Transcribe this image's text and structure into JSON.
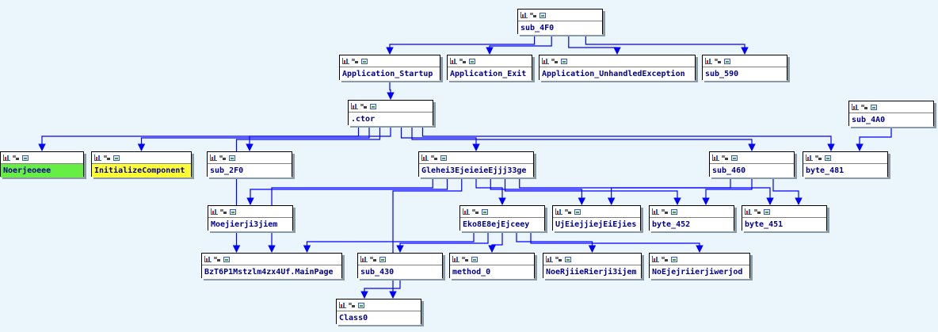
{
  "colors": {
    "background": "#eaf6fb",
    "edge": "#0000ff",
    "node_default": "#ffffff",
    "node_green": "#66ee44",
    "node_yellow": "#ffff33",
    "text": "#00008b"
  },
  "header_icons": [
    "bar-chart-icon",
    "flowchart-icon",
    "image-icon"
  ],
  "nodes": [
    {
      "id": "sub_4F0",
      "label": "sub_4F0",
      "color": "#ffffff"
    },
    {
      "id": "Application_Startup",
      "label": "Application_Startup",
      "color": "#ffffff"
    },
    {
      "id": "Application_Exit",
      "label": "Application_Exit",
      "color": "#ffffff"
    },
    {
      "id": "Application_UnhandledException",
      "label": "Application_UnhandledException",
      "color": "#ffffff"
    },
    {
      "id": "sub_590",
      "label": "sub_590",
      "color": "#ffffff"
    },
    {
      "id": "ctor",
      "label": ".ctor",
      "color": "#ffffff"
    },
    {
      "id": "sub_4A0",
      "label": "sub_4A0",
      "color": "#ffffff"
    },
    {
      "id": "Noerjeoeee",
      "label": "Noerjeoeee",
      "color": "#66ee44"
    },
    {
      "id": "InitializeComponent",
      "label": "InitializeComponent",
      "color": "#ffff33"
    },
    {
      "id": "sub_2F0",
      "label": "sub_2F0",
      "color": "#ffffff"
    },
    {
      "id": "Glehei3",
      "label": "Glehei3EjeieieEjjj33ge",
      "color": "#ffffff"
    },
    {
      "id": "sub_460",
      "label": "sub_460",
      "color": "#ffffff"
    },
    {
      "id": "byte_481",
      "label": "byte_481",
      "color": "#ffffff"
    },
    {
      "id": "Moejierji3jiem",
      "label": "Moejierji3jiem",
      "color": "#ffffff"
    },
    {
      "id": "Eko8E8ejEjceey",
      "label": "Eko8E8ejEjceey",
      "color": "#ffffff"
    },
    {
      "id": "UjEiejjiejEiEjies",
      "label": "UjEiejjiejEiEjies",
      "color": "#ffffff"
    },
    {
      "id": "byte_452",
      "label": "byte_452",
      "color": "#ffffff"
    },
    {
      "id": "byte_451",
      "label": "byte_451",
      "color": "#ffffff"
    },
    {
      "id": "MainPage",
      "label": "BzT6P1Mstzlm4zx4Uf.MainPage",
      "color": "#ffffff"
    },
    {
      "id": "sub_430",
      "label": "sub_430",
      "color": "#ffffff"
    },
    {
      "id": "method_0",
      "label": "method_0",
      "color": "#ffffff"
    },
    {
      "id": "NoeRjiie",
      "label": "NoeRjiieRierji3ijem",
      "color": "#ffffff"
    },
    {
      "id": "NoEjej",
      "label": "NoEjejriierjiwerjod",
      "color": "#ffffff"
    },
    {
      "id": "Class0",
      "label": "Class0",
      "color": "#ffffff"
    }
  ],
  "edges": [
    [
      "sub_4F0",
      "Application_Startup"
    ],
    [
      "sub_4F0",
      "Application_Exit"
    ],
    [
      "sub_4F0",
      "Application_UnhandledException"
    ],
    [
      "sub_4F0",
      "sub_590"
    ],
    [
      "Application_Startup",
      "ctor"
    ],
    [
      "ctor",
      "Noerjeoeee"
    ],
    [
      "ctor",
      "InitializeComponent"
    ],
    [
      "ctor",
      "sub_2F0"
    ],
    [
      "ctor",
      "Glehei3"
    ],
    [
      "ctor",
      "sub_460"
    ],
    [
      "ctor",
      "byte_481"
    ],
    [
      "ctor",
      "MainPage"
    ],
    [
      "sub_4A0",
      "byte_481"
    ],
    [
      "Glehei3",
      "Moejierji3jiem"
    ],
    [
      "Glehei3",
      "Eko8E8ejEjceey"
    ],
    [
      "Glehei3",
      "UjEiejjiejEiEjies"
    ],
    [
      "Glehei3",
      "byte_452"
    ],
    [
      "Glehei3",
      "byte_451"
    ],
    [
      "Glehei3",
      "MainPage"
    ],
    [
      "Glehei3",
      "Class0"
    ],
    [
      "sub_460",
      "UjEiejjiejEiEjies"
    ],
    [
      "sub_460",
      "byte_452"
    ],
    [
      "sub_460",
      "byte_451"
    ],
    [
      "Eko8E8ejEjceey",
      "sub_430"
    ],
    [
      "Eko8E8ejEjceey",
      "method_0"
    ],
    [
      "Eko8E8ejEjceey",
      "NoeRjiie"
    ],
    [
      "Eko8E8ejEjceey",
      "NoEjej"
    ],
    [
      "Eko8E8ejEjceey",
      "MainPage"
    ],
    [
      "sub_430",
      "Class0"
    ]
  ]
}
